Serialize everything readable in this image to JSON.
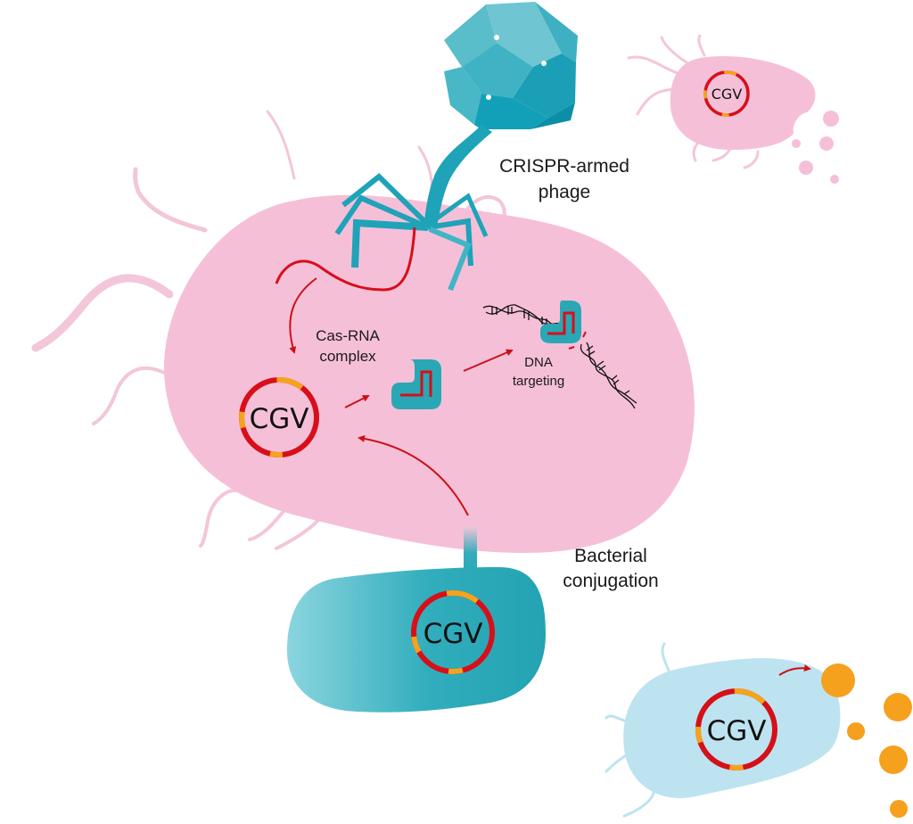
{
  "labels": {
    "phage_line1": "CRISPR-armed",
    "phage_line2": "phage",
    "cas_line1": "Cas-RNA",
    "cas_line2": "complex",
    "dna_line1": "DNA",
    "dna_line2": "targeting",
    "conj_line1": "Bacterial",
    "conj_line2": "conjugation"
  },
  "plasmid_label": "CGV",
  "colors": {
    "host_pink": "#f6bfd8",
    "flagella_pink": "#f3c6da",
    "phage_teal": "#1ea3b8",
    "donor_teal": "#2aa9b8",
    "donor_teal_light": "#7dd0dc",
    "blue_cell": "#bde3f0",
    "plasmid_red": "#d70f19",
    "plasmid_orange": "#f5a31d",
    "arrow_red": "#cc1016",
    "bead_orange": "#f5a11d"
  }
}
